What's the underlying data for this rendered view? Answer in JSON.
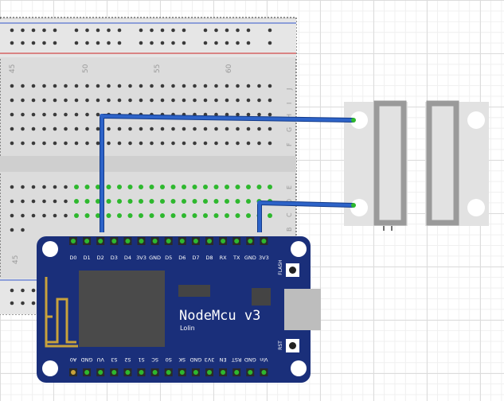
{
  "breadboard": {
    "column_numbers": [
      "45",
      "50",
      "55",
      "60"
    ],
    "row_letters": [
      "J",
      "I",
      "H",
      "G",
      "F",
      "E",
      "D",
      "C",
      "B"
    ],
    "bottom_number": "45"
  },
  "nodemcu": {
    "title": "NodeMcu v3",
    "subtitle": "Lolin",
    "top_pins": [
      "D0",
      "D1",
      "D2",
      "D3",
      "D4",
      "3V3",
      "GND",
      "D5",
      "D6",
      "D7",
      "D8",
      "RX",
      "TX",
      "GND",
      "3V3"
    ],
    "bottom_pins": [
      "A0",
      "GND",
      "VU",
      "S3",
      "S2",
      "S1",
      "SC",
      "S0",
      "SK",
      "GND",
      "3V3",
      "EN",
      "RST",
      "GND",
      "Vin"
    ],
    "flash_label": "FLASH",
    "rst_label": "RST",
    "board_color": "#1a2f7a"
  },
  "wire_color": "#2d63c8",
  "connection_dot_color": "#2eb82e"
}
